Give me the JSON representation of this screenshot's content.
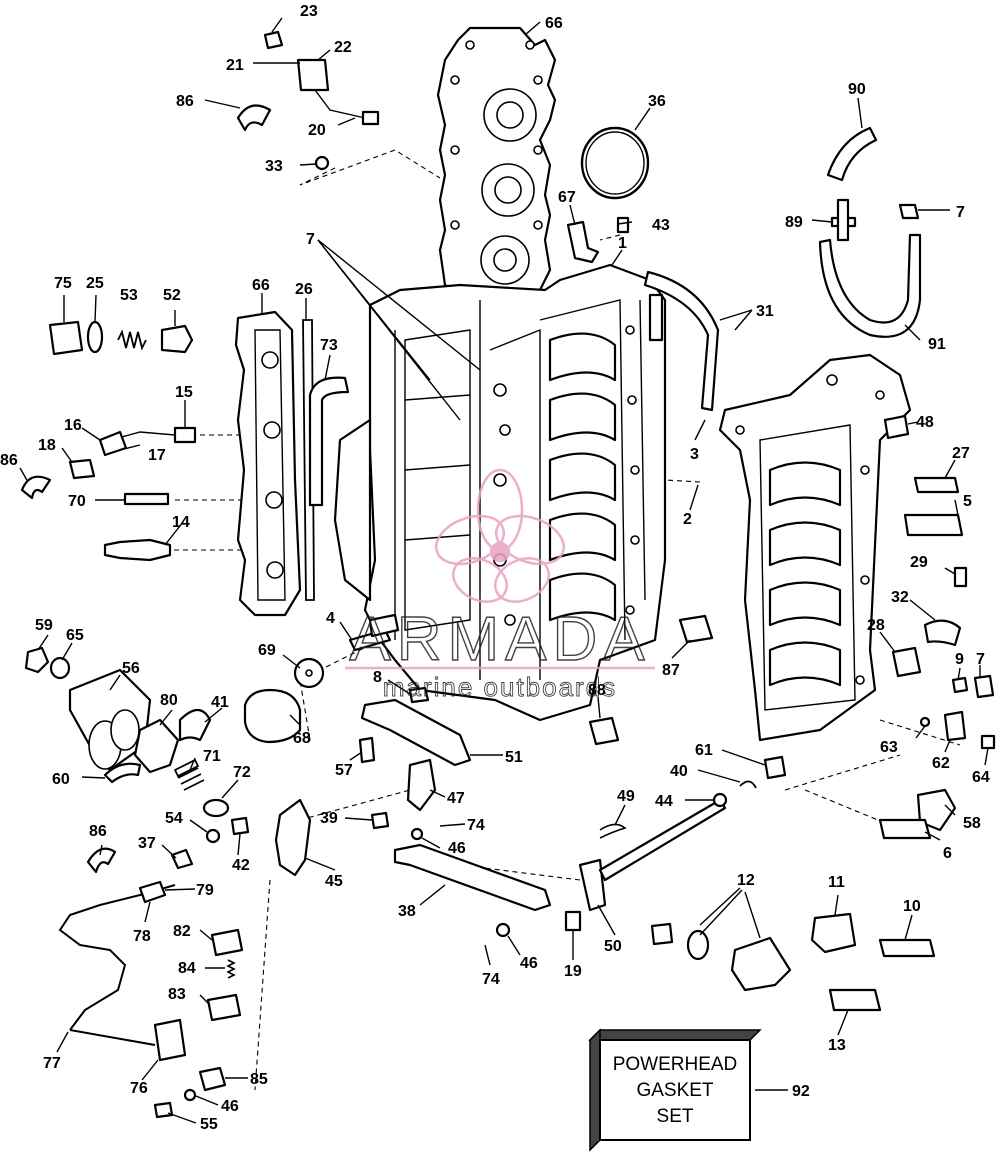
{
  "watermark": {
    "brand": "ARMADA",
    "subtitle": "marine outboards",
    "accent_color": "#e8a2c4"
  },
  "gasket_set_box": {
    "lines": [
      "POWERHEAD",
      "GASKET",
      "SET"
    ],
    "callout": "92"
  },
  "callouts": [
    {
      "id": "c23",
      "label": "23"
    },
    {
      "id": "c21",
      "label": "21"
    },
    {
      "id": "c22",
      "label": "22"
    },
    {
      "id": "c86a",
      "label": "86"
    },
    {
      "id": "c20",
      "label": "20"
    },
    {
      "id": "c66a",
      "label": "66"
    },
    {
      "id": "c36",
      "label": "36"
    },
    {
      "id": "c33",
      "label": "33"
    },
    {
      "id": "c90",
      "label": "90"
    },
    {
      "id": "c7a",
      "label": "7"
    },
    {
      "id": "c67",
      "label": "67"
    },
    {
      "id": "c43",
      "label": "43"
    },
    {
      "id": "c89",
      "label": "89"
    },
    {
      "id": "c7b",
      "label": "7"
    },
    {
      "id": "c1",
      "label": "1"
    },
    {
      "id": "c75",
      "label": "75"
    },
    {
      "id": "c25",
      "label": "25"
    },
    {
      "id": "c53",
      "label": "53"
    },
    {
      "id": "c52",
      "label": "52"
    },
    {
      "id": "c66b",
      "label": "66"
    },
    {
      "id": "c26",
      "label": "26"
    },
    {
      "id": "c31",
      "label": "31"
    },
    {
      "id": "c91",
      "label": "91"
    },
    {
      "id": "c73",
      "label": "73"
    },
    {
      "id": "c15",
      "label": "15"
    },
    {
      "id": "c16",
      "label": "16"
    },
    {
      "id": "c18",
      "label": "18"
    },
    {
      "id": "c86b",
      "label": "86"
    },
    {
      "id": "c17",
      "label": "17"
    },
    {
      "id": "c3",
      "label": "3"
    },
    {
      "id": "c48",
      "label": "48"
    },
    {
      "id": "c27",
      "label": "27"
    },
    {
      "id": "c5",
      "label": "5"
    },
    {
      "id": "c70",
      "label": "70"
    },
    {
      "id": "c2",
      "label": "2"
    },
    {
      "id": "c14",
      "label": "14"
    },
    {
      "id": "c29",
      "label": "29"
    },
    {
      "id": "c32",
      "label": "32"
    },
    {
      "id": "c4",
      "label": "4"
    },
    {
      "id": "c59",
      "label": "59"
    },
    {
      "id": "c65",
      "label": "65"
    },
    {
      "id": "c28",
      "label": "28"
    },
    {
      "id": "c69",
      "label": "69"
    },
    {
      "id": "c87",
      "label": "87"
    },
    {
      "id": "c9",
      "label": "9"
    },
    {
      "id": "c7c",
      "label": "7"
    },
    {
      "id": "c56",
      "label": "56"
    },
    {
      "id": "c8",
      "label": "8"
    },
    {
      "id": "c88",
      "label": "88"
    },
    {
      "id": "c80",
      "label": "80"
    },
    {
      "id": "c41",
      "label": "41"
    },
    {
      "id": "c68",
      "label": "68"
    },
    {
      "id": "c63",
      "label": "63"
    },
    {
      "id": "c61",
      "label": "61"
    },
    {
      "id": "c62",
      "label": "62"
    },
    {
      "id": "c51",
      "label": "51"
    },
    {
      "id": "c71",
      "label": "71"
    },
    {
      "id": "c60",
      "label": "60"
    },
    {
      "id": "c57",
      "label": "57"
    },
    {
      "id": "c40",
      "label": "40"
    },
    {
      "id": "c64",
      "label": "64"
    },
    {
      "id": "c72",
      "label": "72"
    },
    {
      "id": "c47",
      "label": "47"
    },
    {
      "id": "c49",
      "label": "49"
    },
    {
      "id": "c44",
      "label": "44"
    },
    {
      "id": "c58",
      "label": "58"
    },
    {
      "id": "c54",
      "label": "54"
    },
    {
      "id": "c39",
      "label": "39"
    },
    {
      "id": "c74a",
      "label": "74"
    },
    {
      "id": "c37",
      "label": "37"
    },
    {
      "id": "c42",
      "label": "42"
    },
    {
      "id": "c46a",
      "label": "46"
    },
    {
      "id": "c6",
      "label": "6"
    },
    {
      "id": "c86c",
      "label": "86"
    },
    {
      "id": "c45",
      "label": "45"
    },
    {
      "id": "c79",
      "label": "79"
    },
    {
      "id": "c12",
      "label": "12"
    },
    {
      "id": "c11",
      "label": "11"
    },
    {
      "id": "c38",
      "label": "38"
    },
    {
      "id": "c10",
      "label": "10"
    },
    {
      "id": "c78",
      "label": "78"
    },
    {
      "id": "c82",
      "label": "82"
    },
    {
      "id": "c50",
      "label": "50"
    },
    {
      "id": "c46b",
      "label": "46"
    },
    {
      "id": "c19",
      "label": "19"
    },
    {
      "id": "c74b",
      "label": "74"
    },
    {
      "id": "c84",
      "label": "84"
    },
    {
      "id": "c83",
      "label": "83"
    },
    {
      "id": "c13",
      "label": "13"
    },
    {
      "id": "c77",
      "label": "77"
    },
    {
      "id": "c85",
      "label": "85"
    },
    {
      "id": "c76",
      "label": "76"
    },
    {
      "id": "c46c",
      "label": "46"
    },
    {
      "id": "c55",
      "label": "55"
    }
  ]
}
